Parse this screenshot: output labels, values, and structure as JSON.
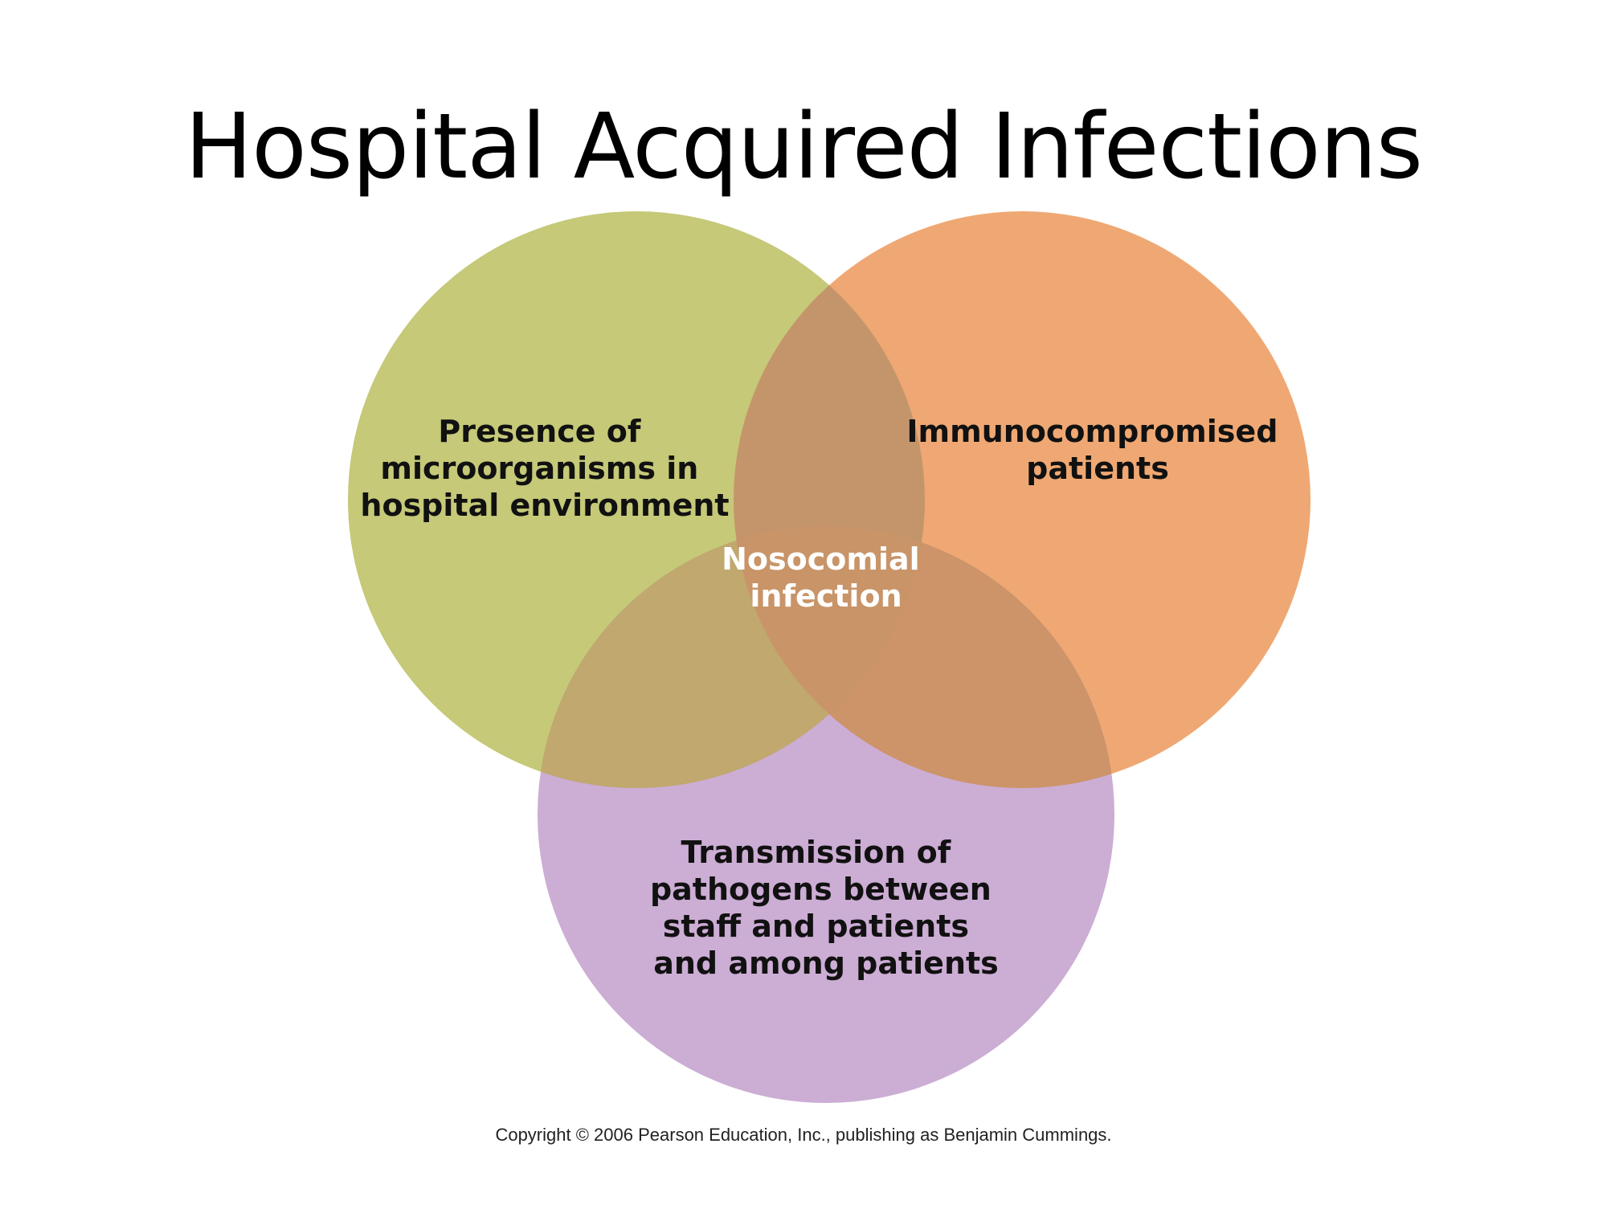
{
  "slide": {
    "title": "Hospital Acquired Infections",
    "copyright": "Copyright © 2006 Pearson Education, Inc., publishing as Benjamin Cummings."
  },
  "venn": {
    "circles": [
      {
        "id": "microorganisms",
        "color": "#c5c978",
        "lines": [
          "Presence of",
          "microorganisms in",
          "hospital environment"
        ]
      },
      {
        "id": "immunocompromised",
        "color": "#eea36b",
        "lines": [
          "Immunocompromised",
          "patients"
        ]
      },
      {
        "id": "transmission",
        "color": "#c9acd2",
        "lines": [
          "Transmission of",
          "pathogens between",
          "staff and patients",
          "and among patients"
        ]
      }
    ],
    "center": {
      "lines": [
        "Nosocomial",
        "infection"
      ]
    }
  }
}
